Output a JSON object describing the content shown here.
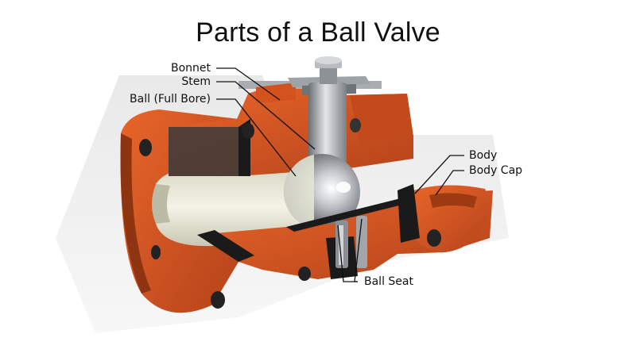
{
  "title": "Parts of a Ball Valve",
  "labels": {
    "bonnet": "Bonnet",
    "stem": "Stem",
    "ball": "Ball (Full Bore)",
    "body": "Body",
    "body_cap": "Body Cap",
    "ball_seat": "Ball Seat"
  },
  "colors": {
    "body_orange": "#d4521e",
    "body_orange_dark": "#a83c12",
    "cut_face": "#1a1a1a",
    "bore_cream": "#ecebdc",
    "steel": "#a9adb2",
    "steel_dark": "#5e6368"
  }
}
